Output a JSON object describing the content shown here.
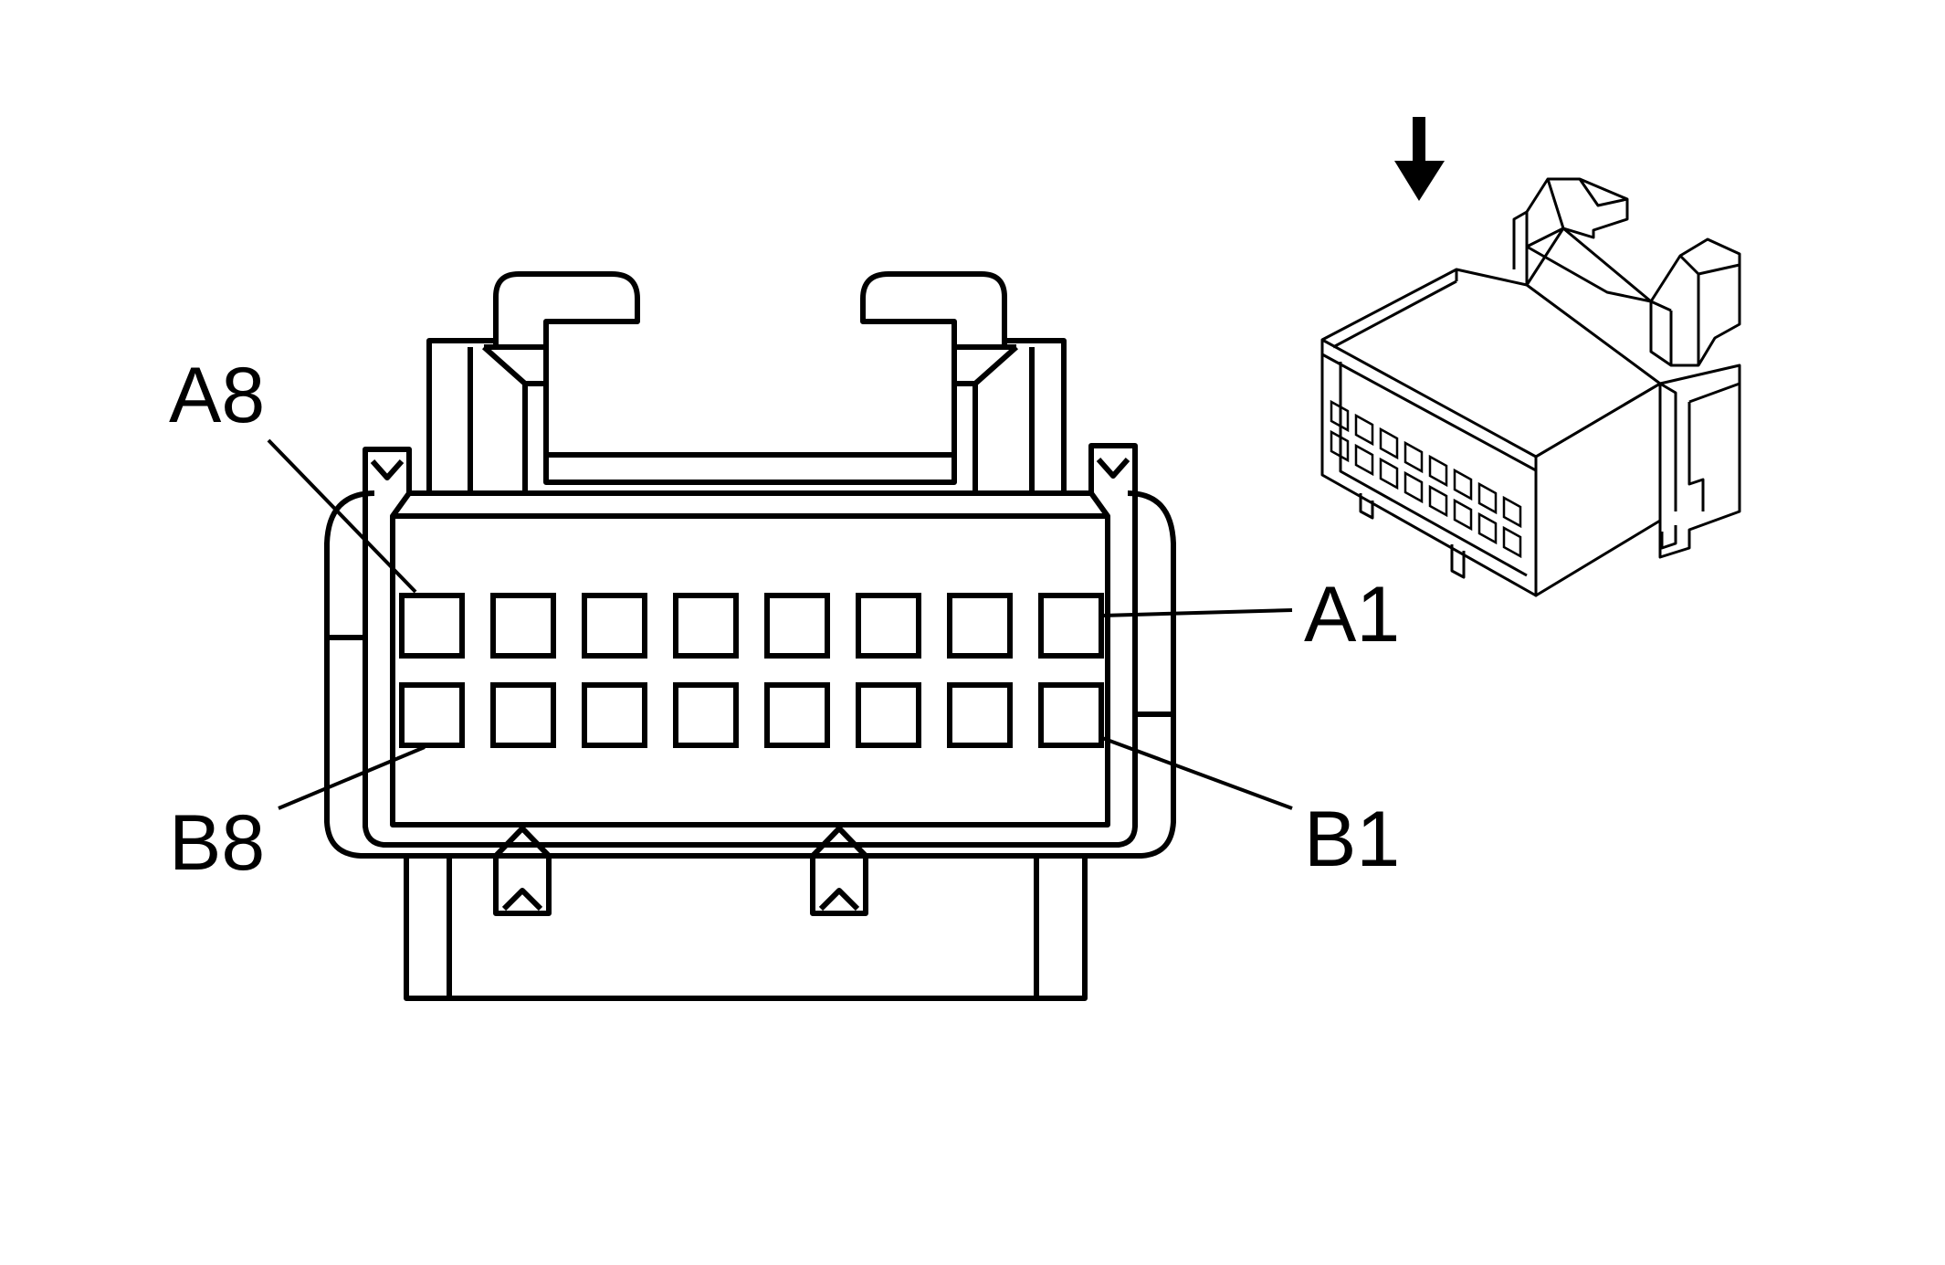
{
  "labels": {
    "a8": "A8",
    "a1": "A1",
    "b8": "B8",
    "b1": "B1"
  },
  "connector": {
    "rows": [
      "A",
      "B"
    ],
    "pins_per_row": 8,
    "pin_order": "right-to-left"
  },
  "iso_view": {
    "view_arrow_icon": "arrow-down-icon"
  },
  "colors": {
    "line": "#000000",
    "background": "#ffffff"
  }
}
